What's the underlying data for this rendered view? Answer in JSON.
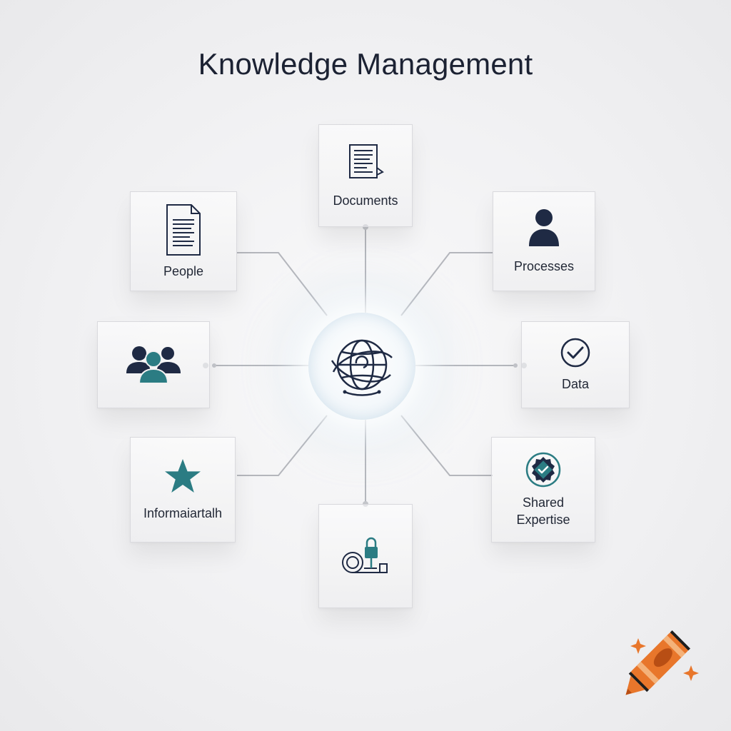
{
  "title": "Knowledge Management",
  "hub": {
    "icon": "globe-network-icon"
  },
  "nodes": {
    "top": {
      "label": "Documents",
      "icon": "document-lines-icon"
    },
    "upper_left": {
      "label": "People",
      "icon": "document-page-icon"
    },
    "upper_right": {
      "label": "Processes",
      "icon": "person-icon"
    },
    "mid_left": {
      "label": "",
      "icon": "people-group-icon"
    },
    "mid_right": {
      "label": "Data",
      "icon": "check-circle-icon"
    },
    "lower_left": {
      "label": "Informaiartalh",
      "icon": "star-icon"
    },
    "lower_right": {
      "label": "Shared\nExpertise",
      "icon": "badge-check-icon"
    },
    "bottom": {
      "label": "",
      "icon": "tape-lock-icon"
    }
  },
  "colors": {
    "accent_teal": "#2b7c83",
    "navy": "#1f2a44",
    "connector": "#b4b6bc",
    "crayon_orange": "#e8762b"
  },
  "watermark": {
    "icon": "crayon-logo-icon"
  }
}
